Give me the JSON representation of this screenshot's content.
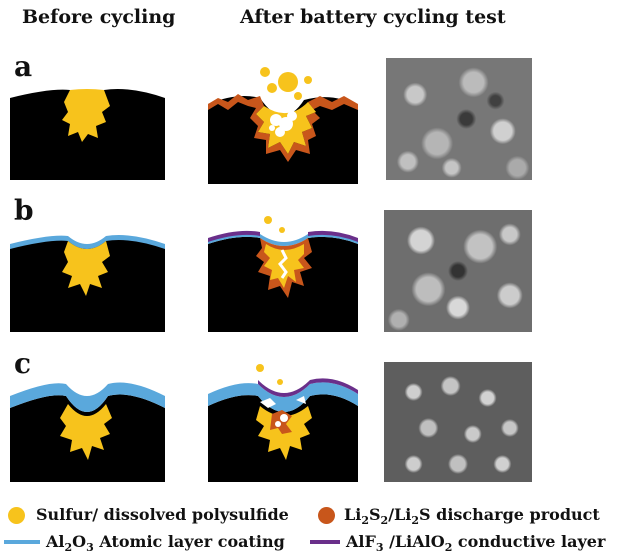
{
  "headers": {
    "before": "Before cycling",
    "after": "After battery  cycling  test"
  },
  "rows": [
    {
      "label": "a"
    },
    {
      "label": "b"
    },
    {
      "label": "c"
    }
  ],
  "legend": {
    "sulfur": "Sulfur/  dissolved polysulfide",
    "li2s": {
      "pre": "Li",
      "s1": "2",
      "mid": "S",
      "s2": "2",
      "mid2": "/Li",
      "s3": "2",
      "post": "S discharge product"
    },
    "al2o3": {
      "pre": "Al",
      "s1": "2",
      "mid": "O",
      "s2": "3",
      "post": " Atomic layer coating"
    },
    "alf3": {
      "pre": "AlF",
      "s1": "3",
      "mid": " /LiAlO",
      "s2": "2",
      "post": " conductive layer"
    }
  },
  "colors": {
    "sulfur": "#f7c31c",
    "li2s": "#c8561b",
    "al2o3": "#5aa8dc",
    "alf3": "#6a2f8a",
    "carbon": "#000000"
  }
}
